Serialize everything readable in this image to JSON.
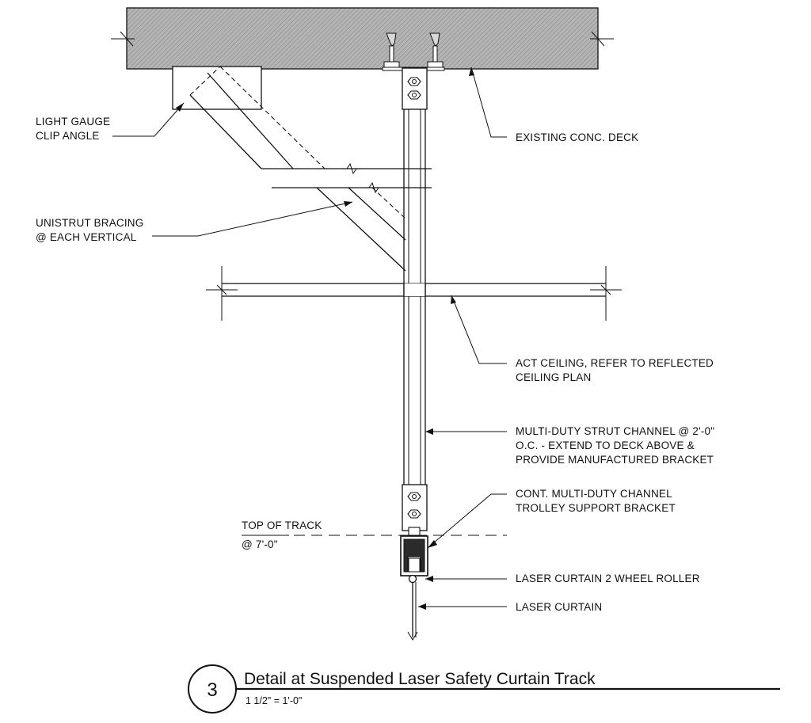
{
  "labels": {
    "light_gauge_line1": "LIGHT GAUGE",
    "light_gauge_line2": "CLIP ANGLE",
    "existing_deck": "EXISTING CONC. DECK",
    "unistrut_line1": "UNISTRUT BRACING",
    "unistrut_line2": "@ EACH VERTICAL",
    "act_line1": "ACT CEILING, REFER TO REFLECTED",
    "act_line2": "CEILING PLAN",
    "strut_line1": "MULTI-DUTY STRUT CHANNEL @ 2'-0\"",
    "strut_line2": "O.C. - EXTEND TO DECK ABOVE &",
    "strut_line3": "PROVIDE MANUFACTURED BRACKET",
    "bracket_line1": "CONT. MULTI-DUTY CHANNEL",
    "bracket_line2": "TROLLEY SUPPORT BRACKET",
    "top_track_line1": "TOP OF TRACK",
    "top_track_line2": "@ 7'-0\"",
    "roller": "LASER CURTAIN 2 WHEEL ROLLER",
    "curtain": "LASER CURTAIN"
  },
  "title_block": {
    "number": "3",
    "title": "Detail at Suspended Laser Safety Curtain Track",
    "scale": "1 1/2\" = 1'-0\""
  },
  "colors": {
    "ink": "#111111",
    "deck_fill": "#a9a9a9"
  }
}
